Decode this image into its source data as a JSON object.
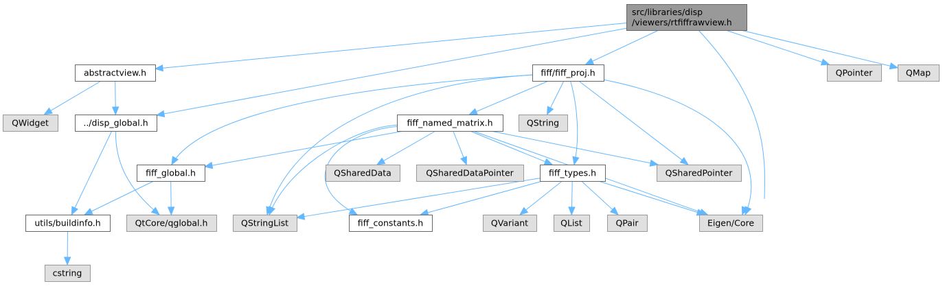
{
  "diagram": {
    "type": "include-dependency-graph",
    "colors": {
      "edge": "#63b8ff",
      "root_fill": "#999999",
      "local_fill": "#ffffff",
      "system_fill": "#e0e0e0"
    },
    "nodes": [
      {
        "id": "root",
        "label": [
          "src/libraries/disp",
          "/viewers/rtfiffrawview.h"
        ],
        "kind": "root"
      },
      {
        "id": "abstractview",
        "label": [
          "abstractview.h"
        ],
        "kind": "local"
      },
      {
        "id": "fiff_proj",
        "label": [
          "fiff/fiff_proj.h"
        ],
        "kind": "local"
      },
      {
        "id": "qpointer",
        "label": [
          "QPointer"
        ],
        "kind": "system"
      },
      {
        "id": "qmap",
        "label": [
          "QMap"
        ],
        "kind": "system"
      },
      {
        "id": "qwidget",
        "label": [
          "QWidget"
        ],
        "kind": "system"
      },
      {
        "id": "disp_global",
        "label": [
          "../disp_global.h"
        ],
        "kind": "local"
      },
      {
        "id": "fiff_named_matrix",
        "label": [
          "fiff_named_matrix.h"
        ],
        "kind": "local"
      },
      {
        "id": "qstring",
        "label": [
          "QString"
        ],
        "kind": "system"
      },
      {
        "id": "fiff_global",
        "label": [
          "fiff_global.h"
        ],
        "kind": "local"
      },
      {
        "id": "qshareddata",
        "label": [
          "QSharedData"
        ],
        "kind": "system"
      },
      {
        "id": "qshareddatapointer",
        "label": [
          "QSharedDataPointer"
        ],
        "kind": "system"
      },
      {
        "id": "fiff_types",
        "label": [
          "fiff_types.h"
        ],
        "kind": "local"
      },
      {
        "id": "qsharedpointer",
        "label": [
          "QSharedPointer"
        ],
        "kind": "system"
      },
      {
        "id": "buildinfo",
        "label": [
          "utils/buildinfo.h"
        ],
        "kind": "local"
      },
      {
        "id": "qglobal",
        "label": [
          "QtCore/qglobal.h"
        ],
        "kind": "system"
      },
      {
        "id": "qstringlist",
        "label": [
          "QStringList"
        ],
        "kind": "system"
      },
      {
        "id": "fiff_constants",
        "label": [
          "fiff_constants.h"
        ],
        "kind": "local"
      },
      {
        "id": "qvariant",
        "label": [
          "QVariant"
        ],
        "kind": "system"
      },
      {
        "id": "qlist",
        "label": [
          "QList"
        ],
        "kind": "system"
      },
      {
        "id": "qpair",
        "label": [
          "QPair"
        ],
        "kind": "system"
      },
      {
        "id": "eigen_core",
        "label": [
          "Eigen/Core"
        ],
        "kind": "system"
      },
      {
        "id": "cstring",
        "label": [
          "cstring"
        ],
        "kind": "system"
      }
    ],
    "edges": [
      [
        "root",
        "abstractview"
      ],
      [
        "root",
        "disp_global"
      ],
      [
        "root",
        "fiff_proj"
      ],
      [
        "root",
        "qpointer"
      ],
      [
        "root",
        "qmap"
      ],
      [
        "root",
        "eigen_core"
      ],
      [
        "abstractview",
        "qwidget"
      ],
      [
        "abstractview",
        "disp_global"
      ],
      [
        "disp_global",
        "buildinfo"
      ],
      [
        "disp_global",
        "qglobal"
      ],
      [
        "buildinfo",
        "cstring"
      ],
      [
        "fiff_global",
        "buildinfo"
      ],
      [
        "fiff_global",
        "qglobal"
      ],
      [
        "fiff_proj",
        "fiff_global"
      ],
      [
        "fiff_proj",
        "fiff_named_matrix"
      ],
      [
        "fiff_proj",
        "qstring"
      ],
      [
        "fiff_proj",
        "fiff_types"
      ],
      [
        "fiff_proj",
        "qsharedpointer"
      ],
      [
        "fiff_proj",
        "eigen_core"
      ],
      [
        "fiff_proj",
        "qstringlist"
      ],
      [
        "fiff_named_matrix",
        "fiff_global"
      ],
      [
        "fiff_named_matrix",
        "qshareddata"
      ],
      [
        "fiff_named_matrix",
        "qshareddatapointer"
      ],
      [
        "fiff_named_matrix",
        "fiff_types"
      ],
      [
        "fiff_named_matrix",
        "qsharedpointer"
      ],
      [
        "fiff_named_matrix",
        "eigen_core"
      ],
      [
        "fiff_named_matrix",
        "qstringlist"
      ],
      [
        "fiff_named_matrix",
        "fiff_constants"
      ],
      [
        "fiff_types",
        "qstringlist"
      ],
      [
        "fiff_types",
        "fiff_constants"
      ],
      [
        "fiff_types",
        "qvariant"
      ],
      [
        "fiff_types",
        "qlist"
      ],
      [
        "fiff_types",
        "qpair"
      ],
      [
        "fiff_types",
        "eigen_core"
      ]
    ]
  }
}
